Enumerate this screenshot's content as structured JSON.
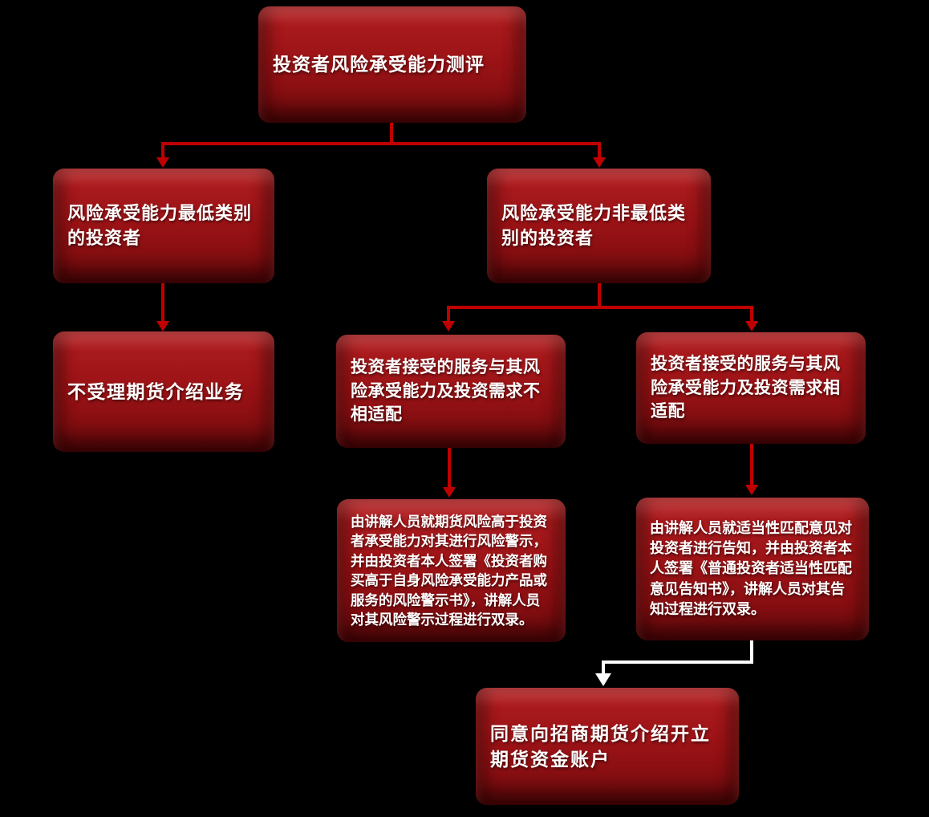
{
  "diagram": {
    "type": "flowchart",
    "topic": "期货介绍业务投资者适当性流程"
  },
  "nodes": {
    "assessment": {
      "label": "投资者风险承受能力测评"
    },
    "lowest": {
      "label": "风险承受能力最低类别的投资者"
    },
    "nonlowest": {
      "label": "风险承受能力非最低类别的投资者"
    },
    "reject": {
      "label": "不受理期货介绍业务"
    },
    "mismatch": {
      "label": "投资者接受的服务与其风险承受能力及投资需求不相适配"
    },
    "match": {
      "label": "投资者接受的服务与其风险承受能力及投资需求相适配"
    },
    "mismatch_action": {
      "label": "由讲解人员就期货风险高于投资者承受能力对其进行风险警示，并由投资者本人签署《投资者购买高于自身风险承受能力产品或服务的风险警示书》，讲解人员对其风险警示过程进行双录。"
    },
    "match_action": {
      "label": "由讲解人员就适当性匹配意见对投资者进行告知，并由投资者本人签署《普通投资者适当性匹配意见告知书》，讲解人员对其告知过程进行双录。"
    },
    "final": {
      "label": "同意向招商期货介绍开立期货资金账户"
    }
  },
  "edges": [
    {
      "from": "assessment",
      "to": "lowest",
      "color": "red"
    },
    {
      "from": "assessment",
      "to": "nonlowest",
      "color": "red"
    },
    {
      "from": "lowest",
      "to": "reject",
      "color": "red"
    },
    {
      "from": "nonlowest",
      "to": "mismatch",
      "color": "red"
    },
    {
      "from": "nonlowest",
      "to": "match",
      "color": "red"
    },
    {
      "from": "mismatch",
      "to": "mismatch_action",
      "color": "red"
    },
    {
      "from": "match",
      "to": "match_action",
      "color": "red"
    },
    {
      "from": "match_action",
      "to": "final",
      "color": "white"
    }
  ],
  "colors": {
    "background": "#000000",
    "node_fill": "#9c1316",
    "node_highlight": "#c23b3d",
    "node_shadow": "#6f0a0d",
    "connector": "#c00000",
    "connector_alt": "#ffffff",
    "text": "#ffffff"
  }
}
